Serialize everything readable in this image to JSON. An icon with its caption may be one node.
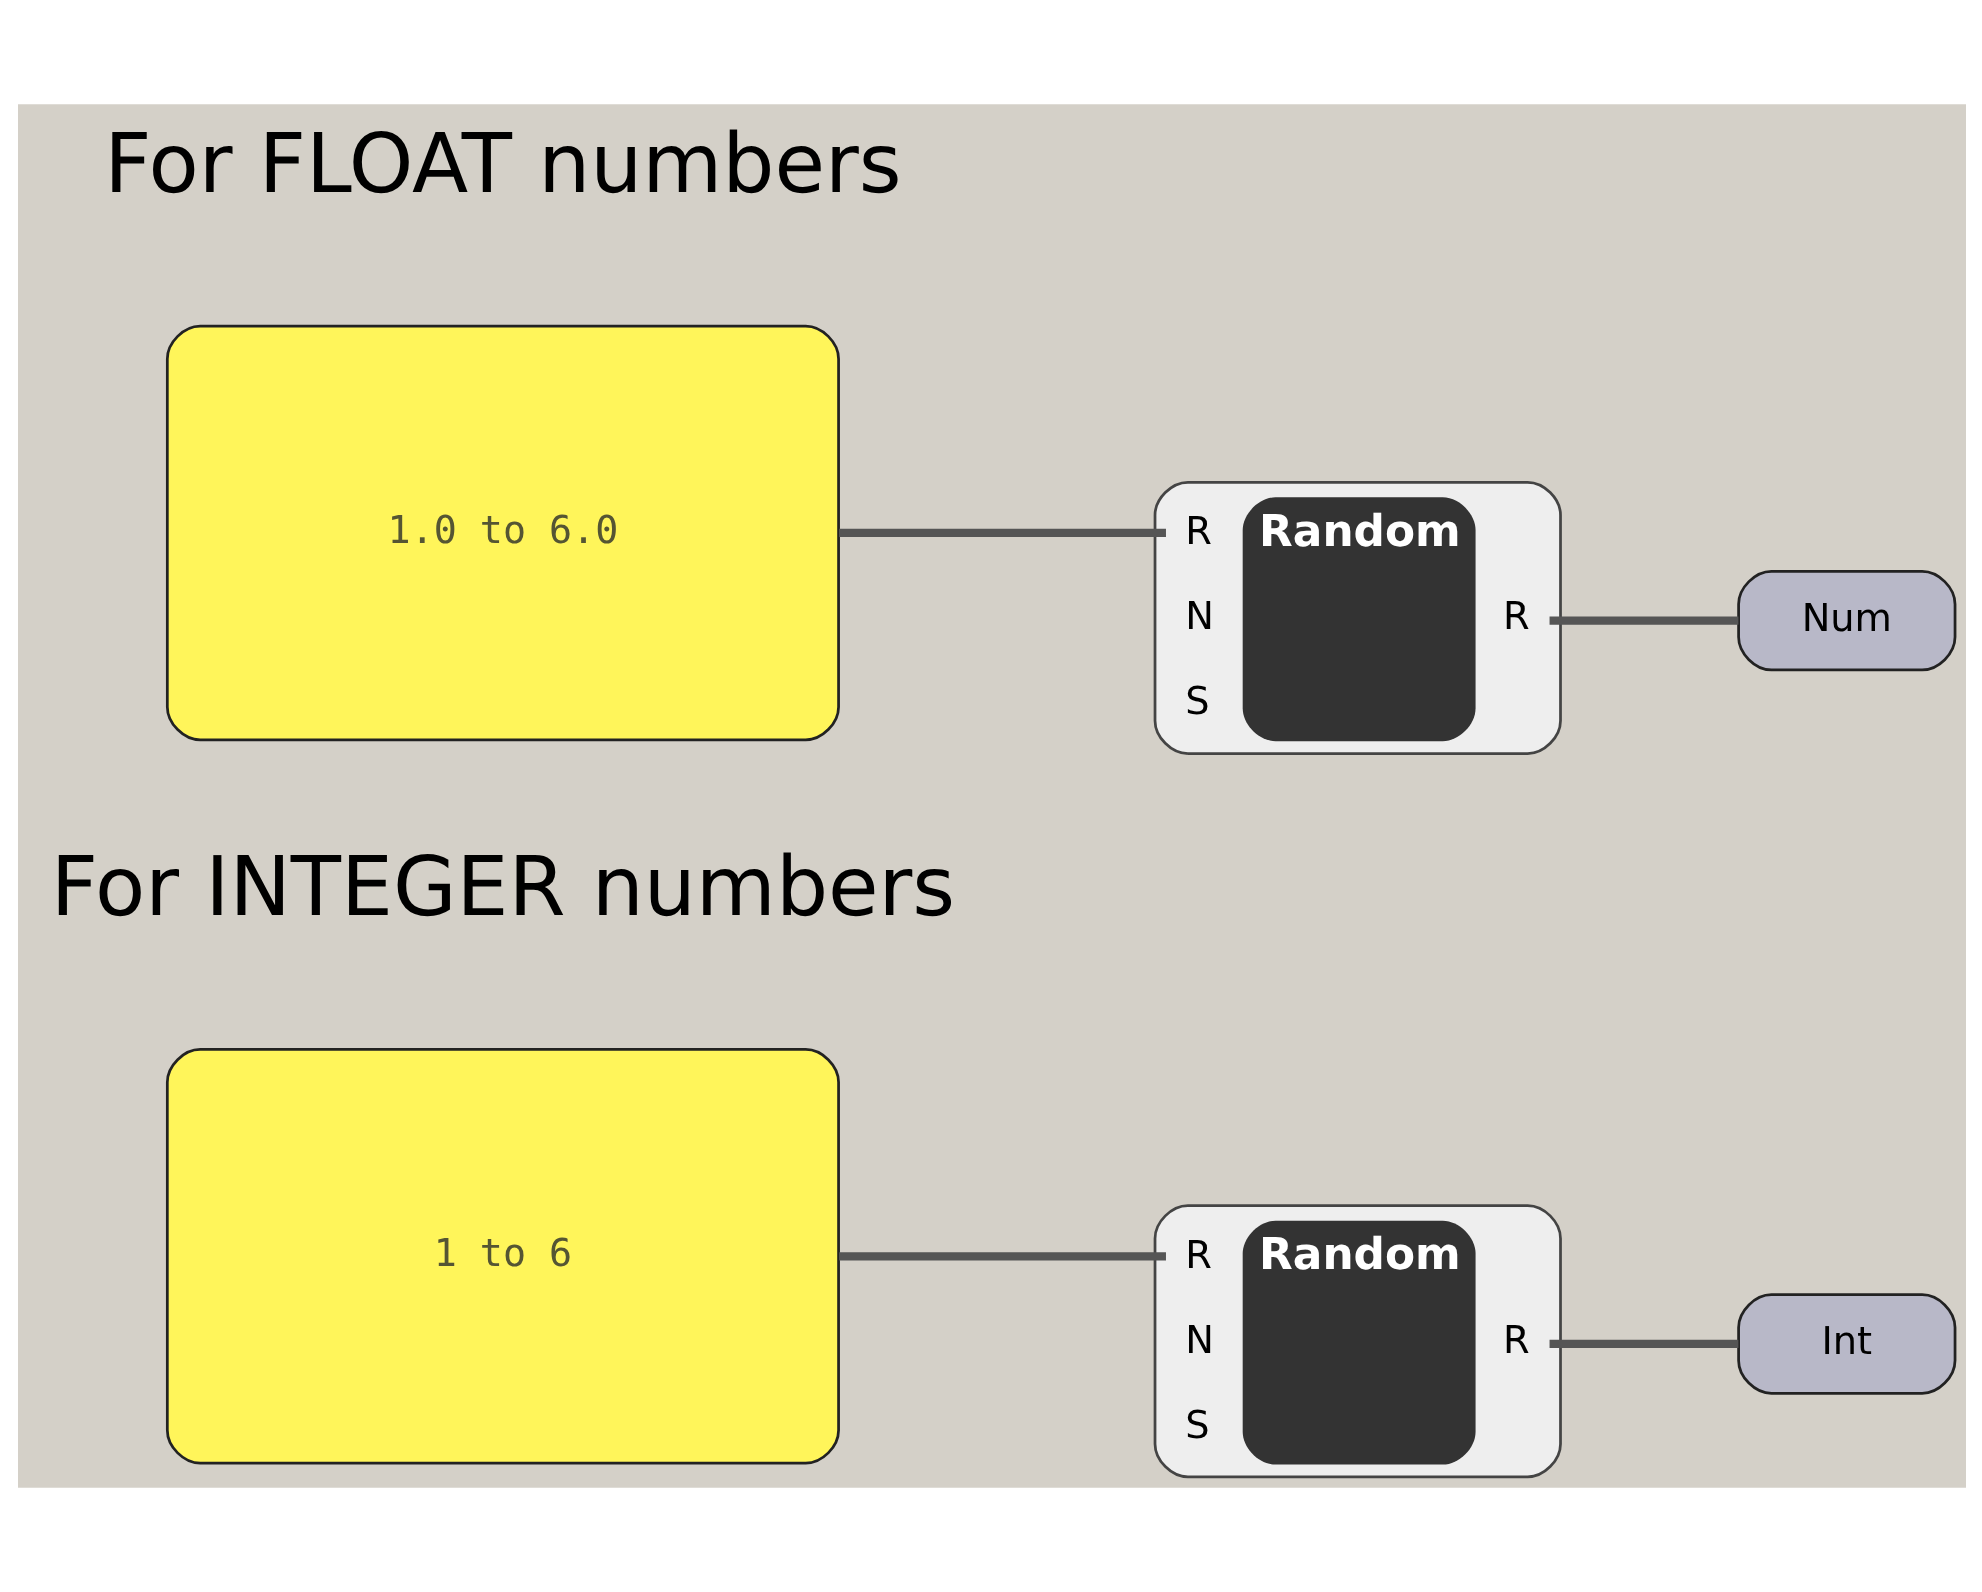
{
  "diagram": {
    "nodes": [
      {
        "text": [
          "1.0 to 6.0"
        ]
      },
      {
        "text": [
          "R",
          "N",
          "S",
          "Random",
          "R"
        ]
      },
      {
        "text": [
          "Num"
        ]
      },
      {
        "text": [
          "1 to 6"
        ]
      },
      {
        "text": [
          "R",
          "N",
          "S",
          "Random",
          "R"
        ]
      },
      {
        "text": [
          "Int"
        ]
      }
    ],
    "edges": [
      {
        "from": 0,
        "to": 1,
        "arrow": "none"
      },
      {
        "from": 1,
        "to": 2,
        "arrow": "none"
      },
      {
        "from": 3,
        "to": 4,
        "arrow": "none"
      },
      {
        "from": 4,
        "to": 5,
        "arrow": "none"
      }
    ],
    "labels": [
      "For FLOAT numbers",
      "For INTEGER numbers"
    ]
  }
}
